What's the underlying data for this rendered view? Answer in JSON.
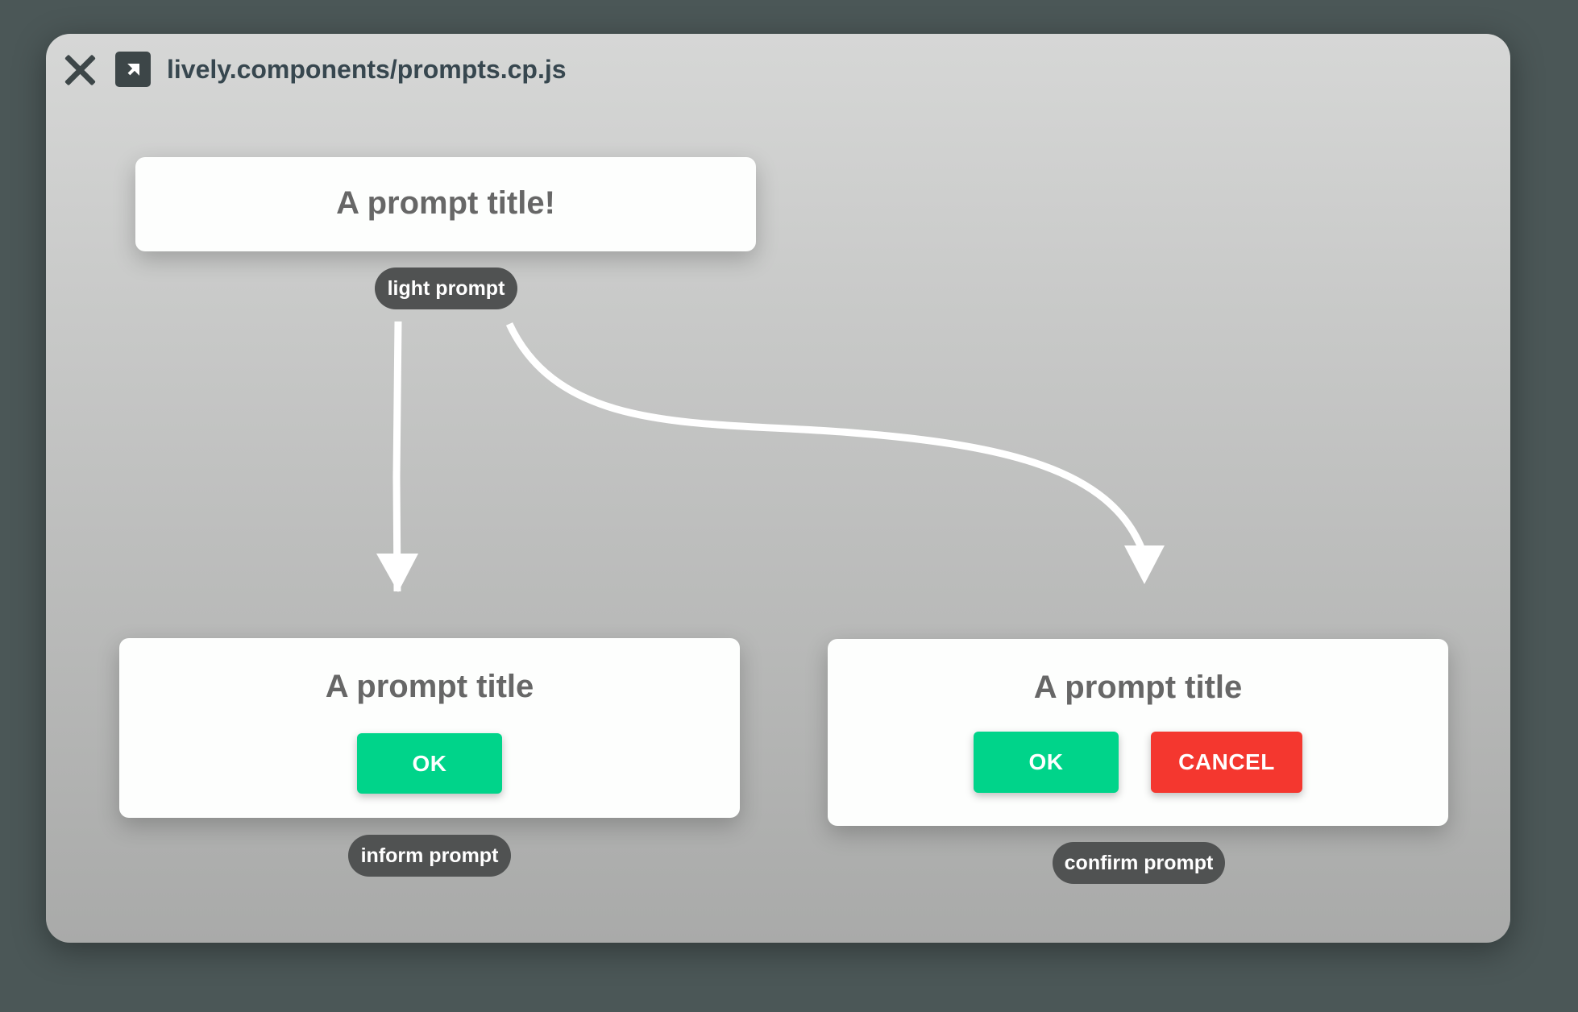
{
  "window": {
    "title": "lively.components/prompts.cp.js",
    "close_icon": "close-icon",
    "open_icon": "open-external-icon"
  },
  "prompts": {
    "light": {
      "title": "A prompt title!",
      "badge": "light prompt"
    },
    "inform": {
      "title": "A prompt title",
      "ok_label": "OK",
      "badge": "inform prompt"
    },
    "confirm": {
      "title": "A prompt title",
      "ok_label": "OK",
      "cancel_label": "CANCEL",
      "badge": "confirm prompt"
    }
  },
  "colors": {
    "ok": "#00d48a",
    "cancel": "#f4372f",
    "badge": "#505252",
    "background": "#4b5757"
  }
}
